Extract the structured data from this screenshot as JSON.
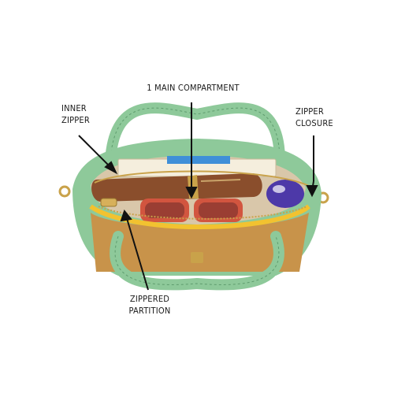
{
  "callouts": {
    "main_compartment": "1 MAIN COMPARTMENT",
    "inner_zipper": [
      "INNER",
      "ZIPPER"
    ],
    "zipper_closure": [
      "ZIPPER",
      "CLOSURE"
    ],
    "zippered_partition": [
      "ZIPPERED",
      "PARTITION"
    ]
  },
  "colors": {
    "bag_green": "#8ec99a",
    "bag_green_dark": "#6fae7e",
    "tan_panel": "#c8934a",
    "yellow_trim": "#f2c230",
    "lining": "#d9c7aa",
    "brown_wallet": "#8a4e2c",
    "sunglasses": "#d2553f",
    "purple_item": "#4d39a8",
    "gold_hardware": "#c9a24a",
    "arrow": "#111111"
  }
}
